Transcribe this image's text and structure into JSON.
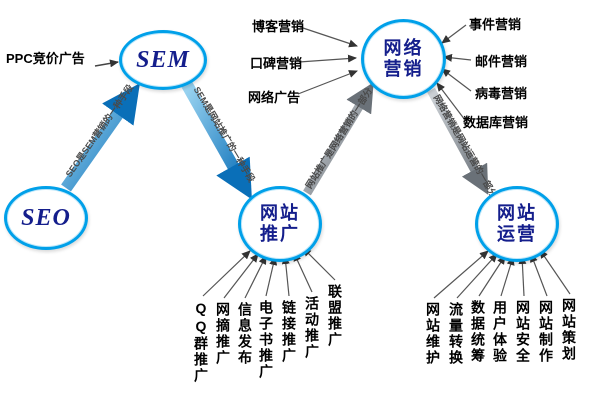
{
  "nodes": {
    "seo": {
      "label": "SEO"
    },
    "sem": {
      "label": "SEM"
    },
    "network_marketing": {
      "line1": "网络",
      "line2": "营销"
    },
    "site_promotion": {
      "line1": "网站",
      "line2": "推广"
    },
    "site_operation": {
      "line1": "网站",
      "line2": "运营"
    }
  },
  "ppc_label": "PPC竞价广告",
  "edge_labels": {
    "seo_sem": "SEO是SEM营销的一种手段",
    "sem_promotion": "SEM是网站推广的一种手段",
    "promotion_marketing": "网站推广是网络营销的一部分",
    "marketing_operation": "网络营销是网站运营的一部分"
  },
  "marketing_inputs_left": [
    "博客营销",
    "口碑营销",
    "网络广告"
  ],
  "marketing_inputs_right": [
    "事件营销",
    "邮件营销",
    "病毒营销",
    "数据库营销"
  ],
  "promotion_methods": [
    "QQ群推广",
    "网摘推广",
    "信息发布",
    "电子书推广",
    "链接推广",
    "活动推广",
    "联盟推广"
  ],
  "operation_methods": [
    "网站维护",
    "流量转换",
    "数据统筹",
    "用户体验",
    "网站安全",
    "网站制作",
    "网站策划"
  ],
  "colors": {
    "ellipse_border": "#00a0e9",
    "node_text": "#141e8c",
    "arrow_blue": "#0a6fb8",
    "arrow_gray": "#7d858d",
    "label_text": "#000000"
  }
}
